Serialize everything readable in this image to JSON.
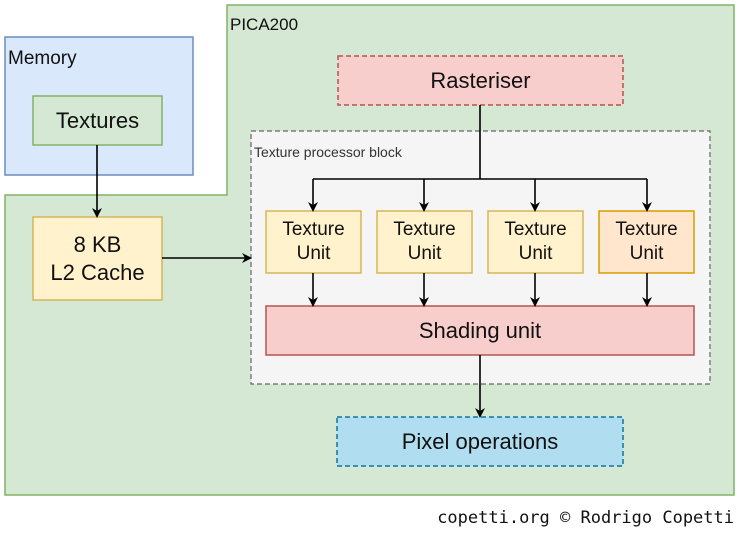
{
  "diagram": {
    "memory": {
      "label": "Memory",
      "textures": "Textures"
    },
    "pica": {
      "label": "PICA200"
    },
    "cache": {
      "line1": "8 KB",
      "line2": "L2 Cache"
    },
    "rasteriser": "Rasteriser",
    "texture_processor": {
      "label": "Texture processor block"
    },
    "texture_units": [
      {
        "line1": "Texture",
        "line2": "Unit"
      },
      {
        "line1": "Texture",
        "line2": "Unit"
      },
      {
        "line1": "Texture",
        "line2": "Unit"
      },
      {
        "line1": "Texture",
        "line2": "Unit"
      }
    ],
    "shading_unit": "Shading unit",
    "pixel_operations": "Pixel operations",
    "colors": {
      "memory_fill": "#dae8fc",
      "memory_stroke": "#6c8ebf",
      "green_fill": "#d5e8d4",
      "green_stroke": "#82b366",
      "yellow_fill": "#fff2cc",
      "yellow_stroke": "#d6b656",
      "orange_fill": "#ffe6cc",
      "orange_stroke": "#d79b00",
      "red_fill": "#f8cecc",
      "red_stroke": "#b85450",
      "blue_fill": "#b1ddf0",
      "blue_stroke": "#10739e",
      "grey_fill": "#f5f5f5",
      "grey_stroke": "#666666"
    }
  },
  "credit": "copetti.org © Rodrigo Copetti"
}
